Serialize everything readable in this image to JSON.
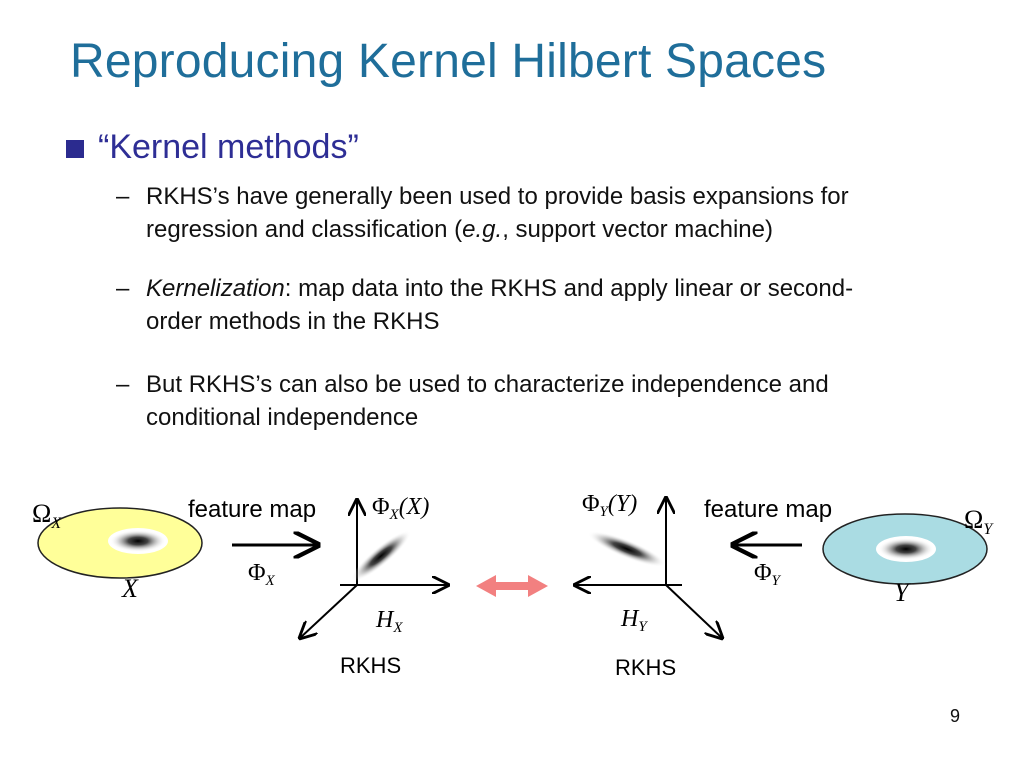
{
  "title": "Reproducing Kernel Hilbert Spaces",
  "bullet": {
    "text": "“Kernel methods”",
    "subs": [
      {
        "dash": "–",
        "line1": "RKHS’s have generally been used to provide basis expansions for",
        "line2_pre": "regression and classification (",
        "line2_ital": "e.g.",
        "line2_post": ", support vector machine)"
      },
      {
        "dash": "–",
        "line1_ital": "Kernelization",
        "line1_post": ":  map data into the RKHS and apply linear or second-",
        "line2": "order methods in the RKHS"
      },
      {
        "dash": "–",
        "line1": "But RKHS’s can also be used to characterize independence and",
        "line2": "conditional independence"
      }
    ]
  },
  "diagram": {
    "omega_x": {
      "main": "Ω",
      "sub": "X"
    },
    "x_label": "X",
    "feature_map_left": "feature map",
    "phi_x_arrow": {
      "main": "Φ",
      "sub": "X"
    },
    "phi_x_of_x": {
      "main": "Φ",
      "sub": "X",
      "arg": "(X)"
    },
    "h_x": {
      "main": "H",
      "sub": "X"
    },
    "rkhs_left": "RKHS",
    "phi_y_of_y": {
      "main": "Φ",
      "sub": "Y",
      "arg": "(Y)"
    },
    "feature_map_right": "feature map",
    "omega_y": {
      "main": "Ω",
      "sub": "Y"
    },
    "phi_y_arrow": {
      "main": "Φ",
      "sub": "Y"
    },
    "y_label": "Y",
    "h_y": {
      "main": "H",
      "sub": "Y"
    },
    "rkhs_right": "RKHS",
    "colors": {
      "ellipse_x_fill": "#FFFF99",
      "ellipse_y_fill": "#AADCE3",
      "double_arrow": "#F28080"
    }
  },
  "page_number": "9"
}
